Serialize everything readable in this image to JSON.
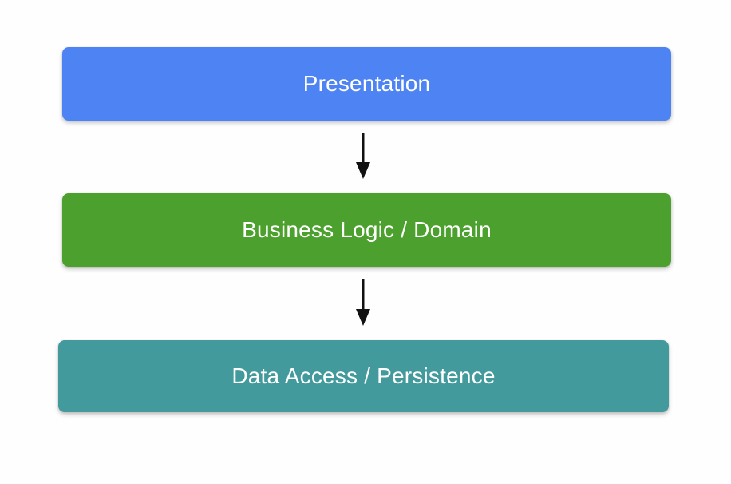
{
  "diagram": {
    "type": "layered-architecture",
    "background_color": "#fefefe",
    "orientation": "vertical-top-down",
    "layers": [
      {
        "id": "presentation",
        "label": "Presentation",
        "color": "#4e83f3",
        "text_color": "#ffffff",
        "order": 1
      },
      {
        "id": "business-logic",
        "label": "Business Logic / Domain",
        "color": "#4ca02d",
        "text_color": "#ffffff",
        "order": 2
      },
      {
        "id": "data-access",
        "label": "Data Access / Persistence",
        "color": "#439a9c",
        "text_color": "#ffffff",
        "order": 3
      }
    ],
    "connectors": [
      {
        "id": "presentation-to-business",
        "from": "presentation",
        "to": "business-logic",
        "style": "solid-arrow-down",
        "color": "#111111",
        "label": ""
      },
      {
        "id": "business-to-data",
        "from": "business-logic",
        "to": "data-access",
        "style": "solid-arrow-down",
        "color": "#111111",
        "label": ""
      }
    ]
  }
}
